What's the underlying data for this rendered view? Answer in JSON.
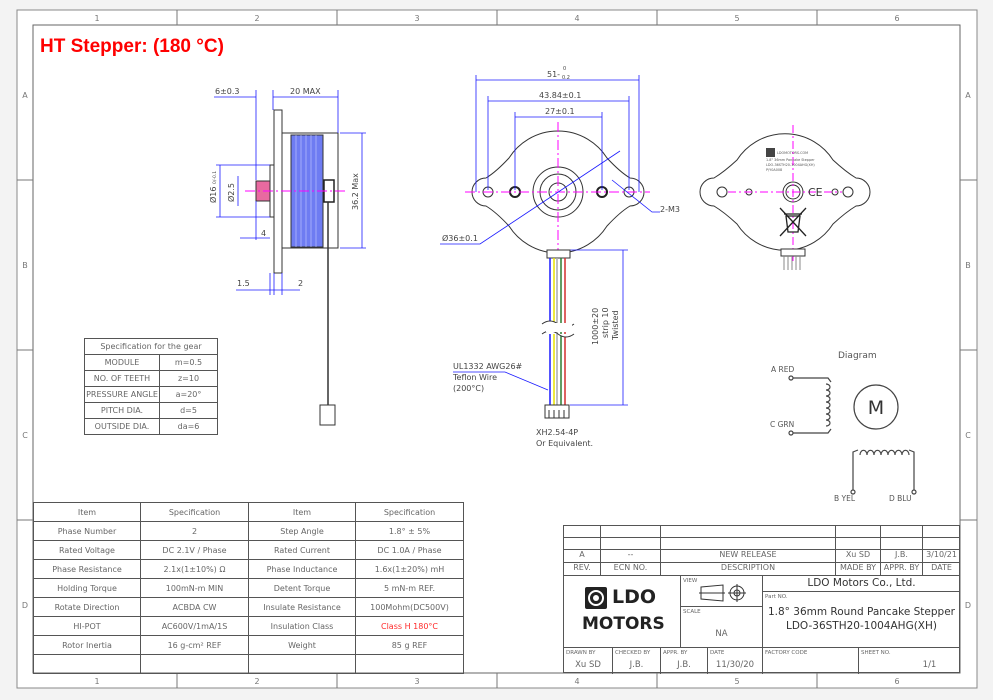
{
  "title": "HT Stepper: (180 °C)",
  "frame": {
    "columns": [
      "1",
      "2",
      "3",
      "4",
      "5",
      "6"
    ],
    "rows": [
      "A",
      "B",
      "C",
      "D"
    ]
  },
  "colors": {
    "title": "#ff0000",
    "dimension": "#1a1aff",
    "centerline": "#ff00ff",
    "coil": "#5b6cf0",
    "highlight": "#ff2a2a"
  },
  "side_view": {
    "dim_shaft": "6±0.3",
    "dim_length": "20 MAX",
    "dim_height": "36.2 Max",
    "dim_boss": "Ø16",
    "dim_boss_tol": "0/-0.1",
    "dim_gear": "Ø2.5",
    "dim_4": "4",
    "dim_15": "1.5",
    "dim_2": "2"
  },
  "front_view": {
    "dim_51": "51-",
    "dim_51_tol_upper": "0",
    "dim_51_tol_lower": "0.2",
    "dim_4384": "43.84±0.1",
    "dim_27": "27±0.1",
    "dim_36": "Ø36±0.1",
    "holes": "2-M3",
    "wire_length": [
      "1000±20",
      "strip 10",
      "Twisted"
    ],
    "wire_spec": [
      "UL1332 AWG26#",
      "Teflon Wire",
      "(200°C)"
    ],
    "connector": [
      "XH2.54-4P",
      "Or Equivalent."
    ]
  },
  "back_view": {
    "label_lines": [
      "LDOMOTORS.COM",
      "1.8° 36mm Pancake Stepper",
      "LDO-36STH20-1004AHG(XH)",
      "P/Y0A008"
    ],
    "ce_mark": "CE"
  },
  "gear_spec": {
    "title": "Specification for the gear",
    "rows": [
      [
        "MODULE",
        "m=0.5"
      ],
      [
        "NO. OF TEETH",
        "z=10"
      ],
      [
        "PRESSURE ANGLE",
        "a=20°"
      ],
      [
        "PITCH DIA.",
        "d=5"
      ],
      [
        "OUTSIDE DIA.",
        "da=6"
      ]
    ]
  },
  "wiring_diagram": {
    "title": "Diagram",
    "motor": "M",
    "leads": [
      "A RED",
      "C GRN",
      "B YEL",
      "D BLU"
    ]
  },
  "spec_table": {
    "headers": [
      "Item",
      "Specification",
      "Item",
      "Specification"
    ],
    "rows": [
      [
        "Phase Number",
        "2",
        "Step Angle",
        "1.8° ± 5%"
      ],
      [
        "Rated Voltage",
        "DC 2.1V / Phase",
        "Rated Current",
        "DC 1.0A / Phase"
      ],
      [
        "Phase Resistance",
        "2.1x(1±10%) Ω",
        "Phase Inductance",
        "1.6x(1±20%) mH"
      ],
      [
        "Holding Torque",
        "100mN-m MIN",
        "Detent Torque",
        "5 mN-m REF."
      ],
      [
        "Rotate Direction",
        "ACBDA CW",
        "Insulate Resistance",
        "100Mohm(DC500V)"
      ],
      [
        "HI-POT",
        "AC600V/1mA/1S",
        "Insulation Class",
        "Class H 180°C"
      ],
      [
        "Rotor Inertia",
        "16 g-cm² REF",
        "Weight",
        "85 g REF"
      ]
    ]
  },
  "title_block": {
    "revision": {
      "rev": "A",
      "ecn": "--",
      "description": "NEW RELEASE",
      "made_by": "Xu SD",
      "appr_by": "J.B.",
      "date": "3/10/21"
    },
    "revision_headers": {
      "rev": "REV.",
      "ecn": "ECN NO.",
      "description": "DESCRIPTION",
      "made_by": "MADE BY",
      "appr_by": "APPR. BY",
      "date": "DATE"
    },
    "logo": [
      "LDO",
      "MOTORS"
    ],
    "view_label": "VIEW",
    "scale_label": "SCALE",
    "scale": "NA",
    "company": "LDO Motors Co., Ltd.",
    "part_no_label": "Part NO.",
    "part_description": "1.8° 36mm Round Pancake Stepper",
    "part_number": "LDO-36STH20-1004AHG(XH)",
    "drawn_by_label": "DRAWN BY",
    "drawn_by": "Xu SD",
    "checked_by_label": "CHECKED BY",
    "checked_by": "J.B.",
    "appr_by_label": "APPR. BY",
    "appr_by": "J.B.",
    "date_label": "DATE",
    "date": "11/30/20",
    "factory_code_label": "FACTORY CODE",
    "sheet_no_label": "SHEET NO.",
    "sheet_no": "1/1"
  }
}
